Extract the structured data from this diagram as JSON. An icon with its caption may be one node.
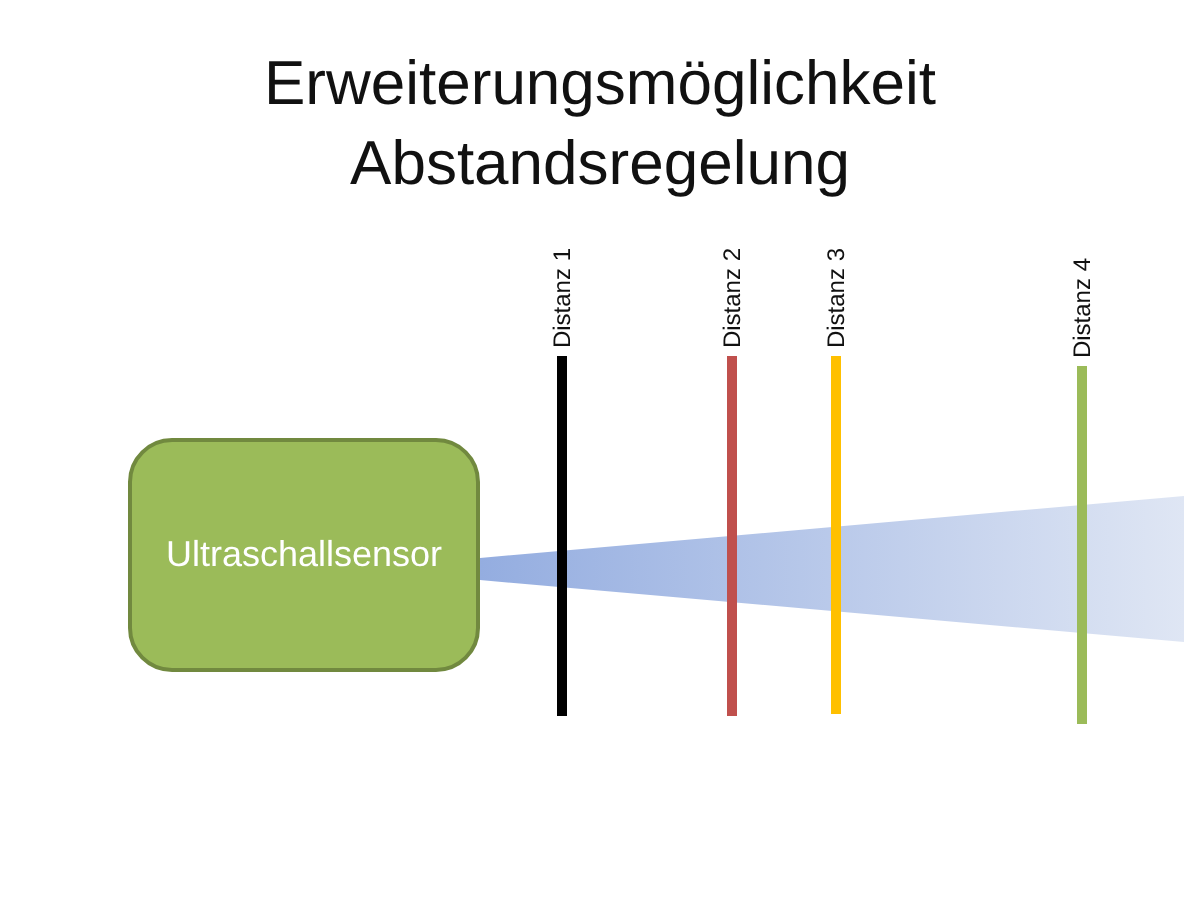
{
  "diagram": {
    "title": "Erweiterungsmöglichkeit Abstandsregelung",
    "nodes": [
      {
        "text": [
          "Ultraschallsensor"
        ]
      },
      {
        "text": [],
        "shape": "cone"
      }
    ],
    "labels": [
      "Distanz 1",
      "Distanz 2",
      "Distanz 3",
      "Distanz 4"
    ]
  }
}
